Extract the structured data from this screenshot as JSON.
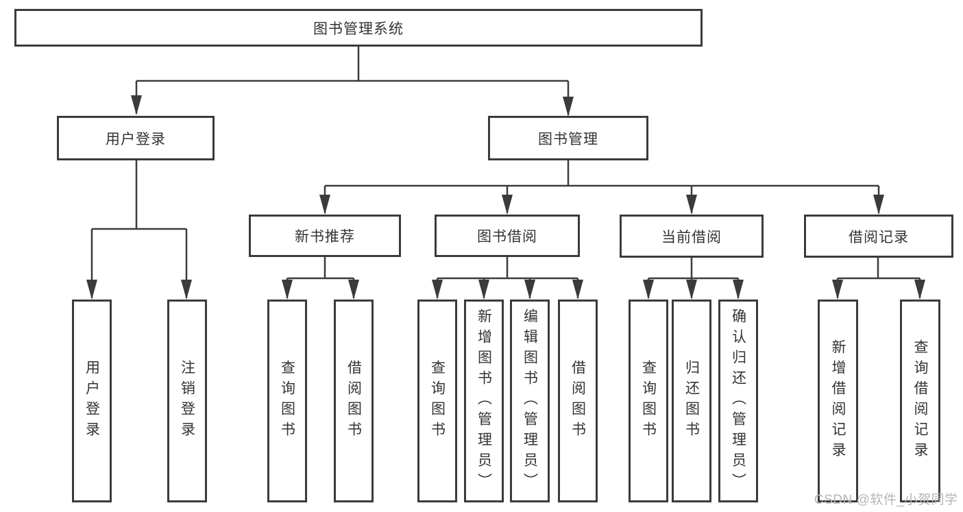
{
  "diagram": {
    "root": "图书管理系统",
    "level2": [
      "用户登录",
      "图书管理"
    ],
    "level3": [
      "新书推荐",
      "图书借阅",
      "当前借阅",
      "借阅记录"
    ],
    "leaves": {
      "login": [
        "用户登录",
        "注销登录"
      ],
      "recommend": [
        "查询图书",
        "借阅图书"
      ],
      "borrow": [
        "查询图书",
        "新增图书（管理员）",
        "编辑图书（管理员）",
        "借阅图书"
      ],
      "current": [
        "查询图书",
        "归还图书",
        "确认归还（管理员）"
      ],
      "records": [
        "新增借阅记录",
        "查询借阅记录"
      ]
    }
  },
  "watermark": "CSDN @软件_小贺同学",
  "colors": {
    "line": "#3b3b3b",
    "text": "#333333",
    "watermark": "#b5b5b5",
    "background": "#ffffff"
  }
}
